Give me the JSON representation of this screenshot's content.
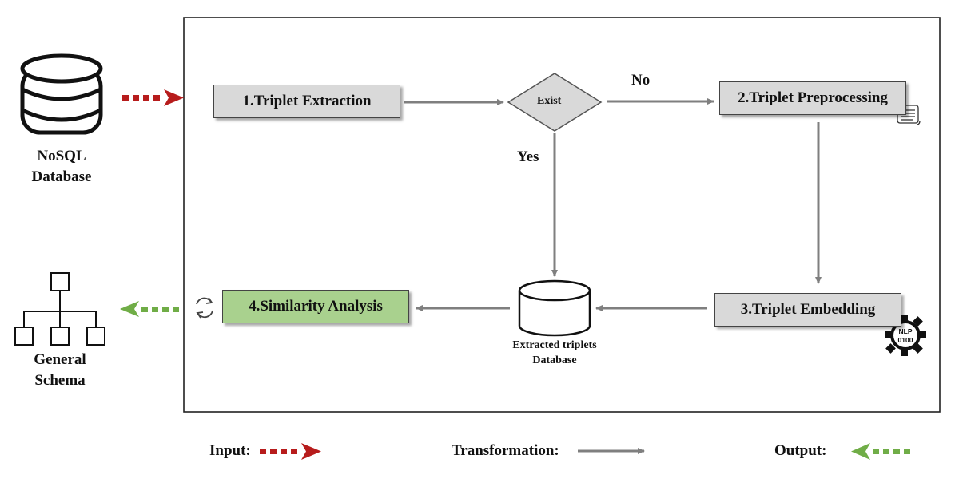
{
  "input_db": {
    "label_line1": "NoSQL",
    "label_line2": "Database"
  },
  "output_schema": {
    "label_line1": "General",
    "label_line2": "Schema"
  },
  "steps": {
    "extraction": "1.Triplet Extraction",
    "preprocessing": "2.Triplet Preprocessing",
    "embedding": "3.Triplet Embedding",
    "similarity": "4.Similarity Analysis"
  },
  "decision": {
    "label": "Exist",
    "no_label": "No",
    "yes_label": "Yes"
  },
  "triplet_db": {
    "label_line1": "Extracted triplets",
    "label_line2": "Database"
  },
  "embedding_icon_text": {
    "top": "NLP",
    "bottom": "0100"
  },
  "legend": {
    "input": "Input:",
    "transformation": "Transformation:",
    "output": "Output:"
  },
  "colors": {
    "input_arrow": "#b71c1c",
    "transformation_arrow": "#7f7f7f",
    "output_arrow": "#70ad47",
    "step_fill": "#d9d9d9",
    "similarity_fill": "#a9d18e"
  }
}
